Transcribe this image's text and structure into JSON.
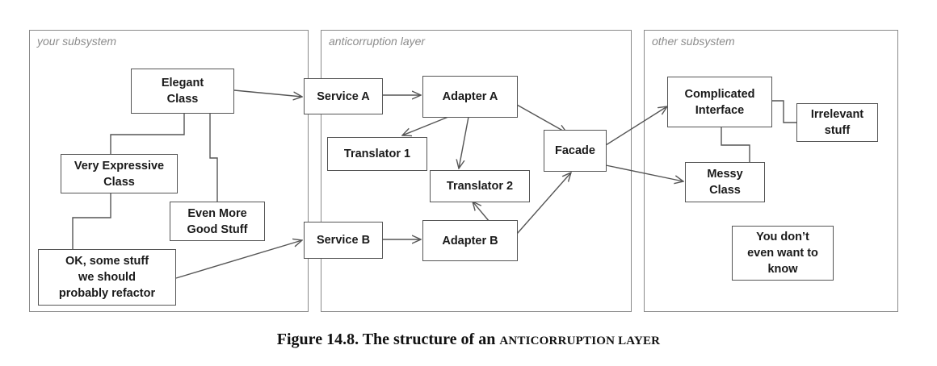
{
  "regions": {
    "your_subsystem": "your subsystem",
    "anticorruption_layer": "anticorruption layer",
    "other_subsystem": "other subsystem"
  },
  "boxes": {
    "elegant_class": "Elegant\nClass",
    "very_expressive_class": "Very Expressive\nClass",
    "even_more_good_stuff": "Even More\nGood Stuff",
    "ok_some_stuff": "OK, some stuff\nwe should\nprobably  refactor",
    "service_a": "Service A",
    "service_b": "Service B",
    "adapter_a": "Adapter A",
    "adapter_b": "Adapter B",
    "translator_1": "Translator 1",
    "translator_2": "Translator 2",
    "facade": "Facade",
    "complicated_interface": "Complicated\nInterface",
    "irrelevant_stuff": "Irrelevant\nstuff",
    "messy_class": "Messy\nClass",
    "you_dont_even_want_to_know": "You don’t\neven want to\nknow"
  },
  "caption": {
    "prefix": "Figure 14.8. The structure of an ",
    "emphasis": "ANTICORRUPTION LAYER"
  }
}
